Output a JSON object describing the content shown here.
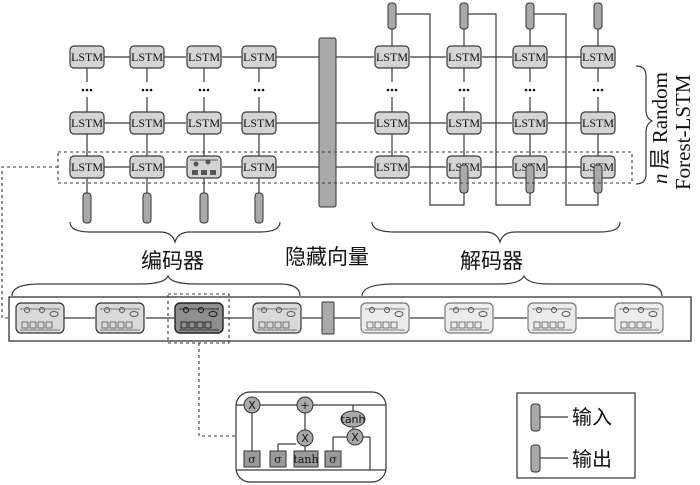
{
  "lstm_cell_label": "LSTM",
  "labels": {
    "encoder": "编码器",
    "hidden_vector": "隐藏向量",
    "decoder": "解码器",
    "layers_prefix": "n",
    "layers_text": "层 Random",
    "layers_text2": "Forest-LSTM"
  },
  "gates": {
    "sigma": "σ",
    "tanh": "tanh",
    "mult": "X",
    "plus": "+"
  },
  "legend": {
    "input": "输入",
    "output": "输出"
  }
}
